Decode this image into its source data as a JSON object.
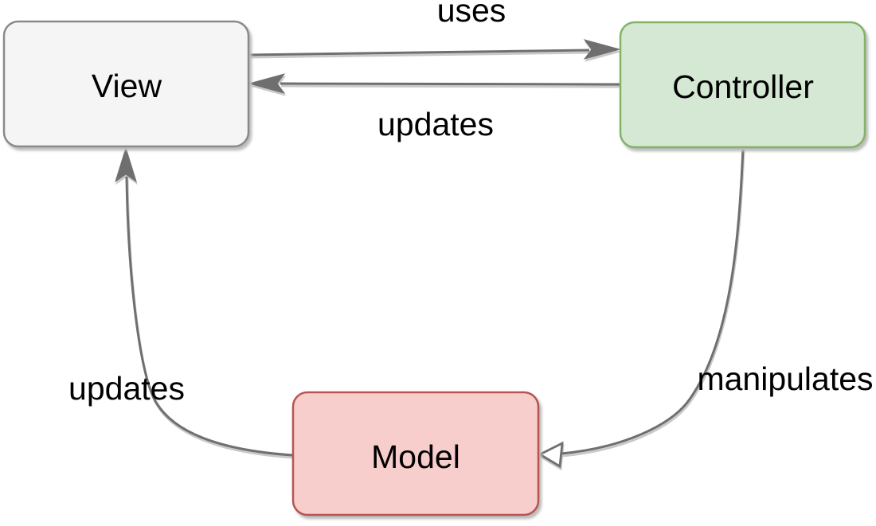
{
  "diagram": {
    "type": "mvc-pattern-flow-diagram"
  },
  "nodes": {
    "view": {
      "label": "View",
      "fill": "#f5f5f5",
      "stroke": "#8a8a8a"
    },
    "controller": {
      "label": "Controller",
      "fill": "#d5e8d4",
      "stroke": "#82b366"
    },
    "model": {
      "label": "Model",
      "fill": "#f8cecc",
      "stroke": "#b85450"
    }
  },
  "edges": {
    "uses": {
      "label": "uses",
      "from": "view",
      "to": "controller",
      "arrowhead": "filled"
    },
    "updates_view": {
      "label": "updates",
      "from": "controller",
      "to": "view",
      "arrowhead": "filled"
    },
    "manipulates": {
      "label": "manipulates",
      "from": "controller",
      "to": "model",
      "arrowhead": "open"
    },
    "updates_model": {
      "label": "updates",
      "from": "model",
      "to": "view",
      "arrowhead": "filled"
    }
  },
  "colors": {
    "edge": "#6f6f6f",
    "label_text": "#000000",
    "background": "#ffffff"
  }
}
